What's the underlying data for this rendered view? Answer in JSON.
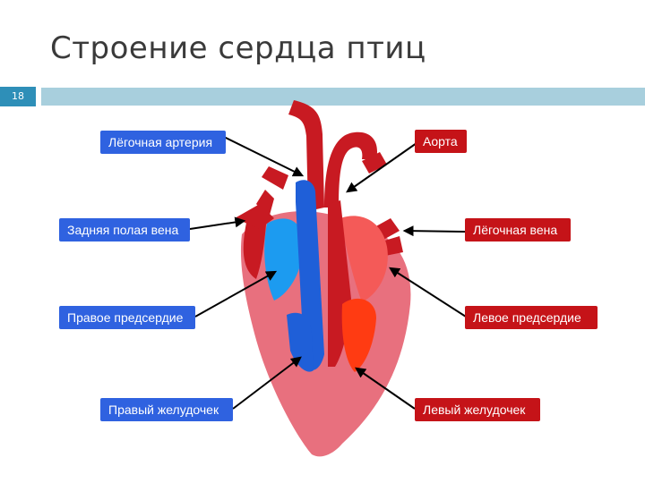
{
  "title": "Строение сердца птиц",
  "slide_number": "18",
  "labels": {
    "pulmonary_artery": "Лёгочная артерия",
    "posterior_vena_cava": "Задняя полая вена",
    "right_atrium": "Правое предсердие",
    "right_ventricle": "Правый желудочек",
    "aorta": "Аорта",
    "pulmonary_vein": "Лёгочная вена",
    "left_atrium": "Левое предсердие",
    "left_ventricle": "Левый желудочек"
  },
  "colors": {
    "blue_label": "#2f62e0",
    "red_label": "#c51318",
    "heart_body": "#e8707e",
    "vessel_red": "#c81a22",
    "venous_blue": "#1c9bf0",
    "deep_blue": "#1f5fd8",
    "left_chamber": "#f45a58",
    "left_ventricle": "#ff3b12"
  }
}
